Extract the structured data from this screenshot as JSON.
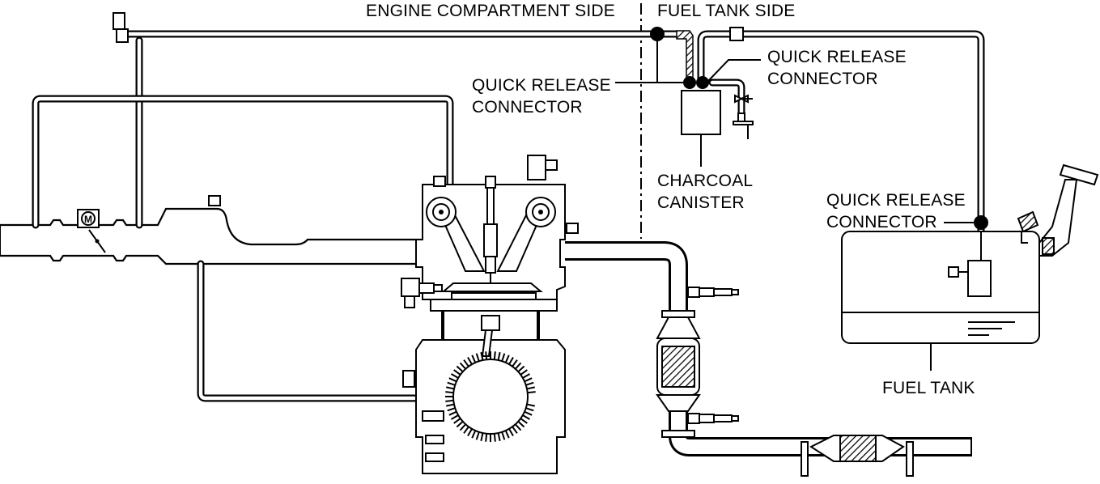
{
  "labels": {
    "engine_compartment_side": "ENGINE COMPARTMENT SIDE",
    "fuel_tank_side": "FUEL TANK SIDE",
    "quick_release_left_1": "QUICK RELEASE",
    "quick_release_left_2": "CONNECTOR",
    "quick_release_right_1": "QUICK RELEASE",
    "quick_release_right_2": "CONNECTOR",
    "charcoal_canister_1": "CHARCOAL",
    "charcoal_canister_2": "CANISTER",
    "quick_release_tank_1": "QUICK RELEASE",
    "quick_release_tank_2": "CONNECTOR",
    "fuel_tank": "FUEL TANK",
    "motor_symbol": "M"
  },
  "colors": {
    "line": "#000000",
    "background": "#ffffff"
  }
}
